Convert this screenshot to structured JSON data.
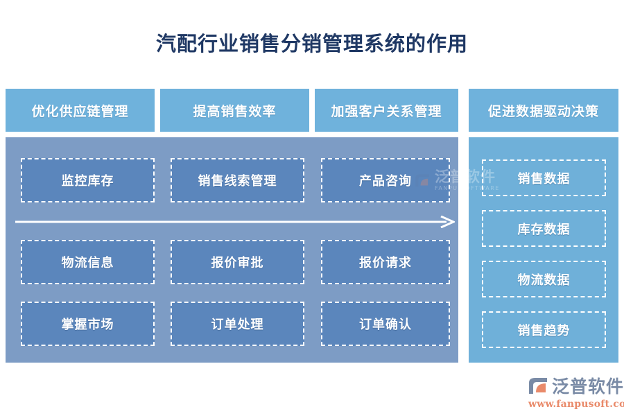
{
  "page": {
    "title": "汽配行业销售分销管理系统的作用",
    "background": "#ffffff",
    "title_color": "#1f3864"
  },
  "colors": {
    "header_blue": "#6fb2dc",
    "left_panel_blue": "#7d9cc5",
    "right_panel_blue": "#6fb0d9",
    "cell_blue": "#5b86bc",
    "dash_white": "#ffffff",
    "logo_gray": "#7a8ba6",
    "logo_orange": "#e98a6a"
  },
  "headers": [
    {
      "label": "优化供应链管理"
    },
    {
      "label": "提高销售效率"
    },
    {
      "label": "加强客户关系管理"
    },
    {
      "label": "促进数据驱动决策"
    }
  ],
  "left_panel": {
    "rows": [
      {
        "cells": [
          "监控库存",
          "销售线索管理",
          "产品咨询"
        ]
      },
      {
        "cells": [
          "物流信息",
          "报价审批",
          "报价请求"
        ]
      },
      {
        "cells": [
          "掌握市场",
          "订单处理",
          "订单确认"
        ]
      }
    ],
    "arrow": {
      "direction": "right",
      "color": "#ffffff"
    }
  },
  "right_panel": {
    "items": [
      "销售数据",
      "库存数据",
      "物流数据",
      "销售趋势"
    ]
  },
  "watermark": {
    "cn": "泛普软件",
    "en": "FANPU SOFTWARE"
  },
  "logo": {
    "cn": "泛普软件",
    "url": "www.fanpusoft.com"
  }
}
